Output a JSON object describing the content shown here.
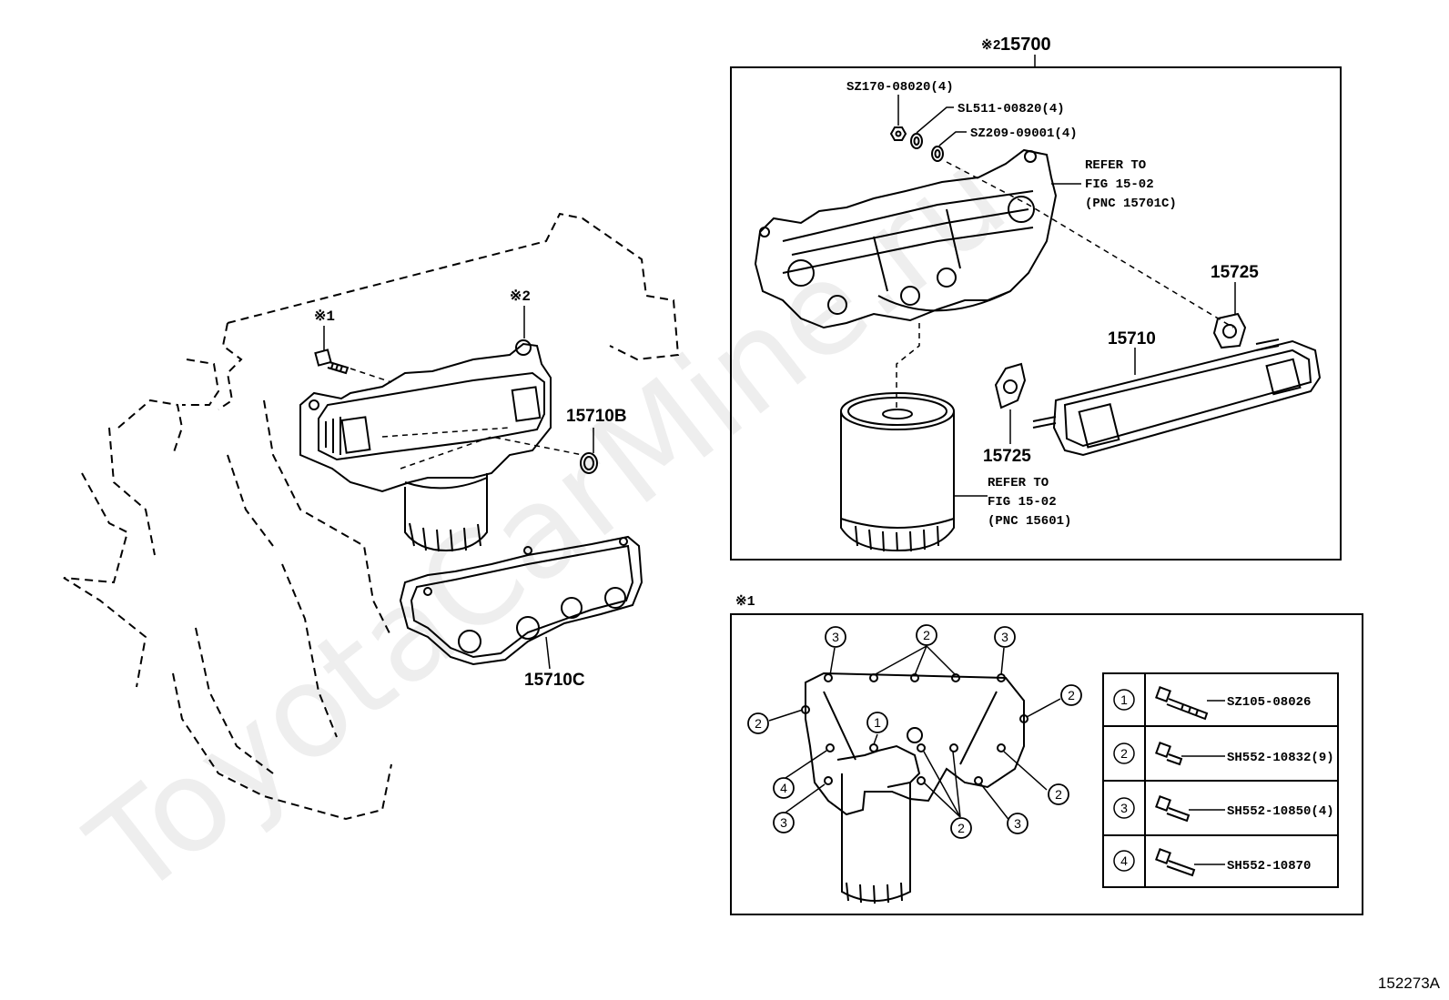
{
  "watermark": "ToyotaCarMine.ru",
  "illustration_code": "152273A",
  "left_view": {
    "callouts": {
      "note1": "※1",
      "note2": "※2",
      "part_15710B": "15710B",
      "part_15710C": "15710C"
    }
  },
  "assembly_box": {
    "title_mark": "※2",
    "title_part": "15700",
    "fasteners": [
      {
        "label": "SZ170-08020(4)"
      },
      {
        "label": "SL511-00820(4)"
      },
      {
        "label": "SZ209-09001(4)"
      }
    ],
    "refer_cooler": [
      "REFER TO",
      "FIG 15-02",
      "(PNC 15701C)"
    ],
    "refer_filter": [
      "REFER TO",
      "FIG 15-02",
      "(PNC 15601)"
    ],
    "part_15710": "15710",
    "gasket_top": "15725",
    "gasket_bottom": "15725"
  },
  "bolt_box": {
    "title": "※1",
    "callout_numbers": [
      "3",
      "2",
      "3",
      "2",
      "1",
      "2",
      "4",
      "2",
      "3",
      "2",
      "3"
    ],
    "legend": [
      {
        "num": "1",
        "part": "SZ105-08026"
      },
      {
        "num": "2",
        "part": "SH552-10832(9)"
      },
      {
        "num": "3",
        "part": "SH552-10850(4)"
      },
      {
        "num": "4",
        "part": "SH552-10870"
      }
    ]
  },
  "colors": {
    "line": "#000000",
    "watermark": "#eeeeee",
    "background": "#ffffff"
  }
}
